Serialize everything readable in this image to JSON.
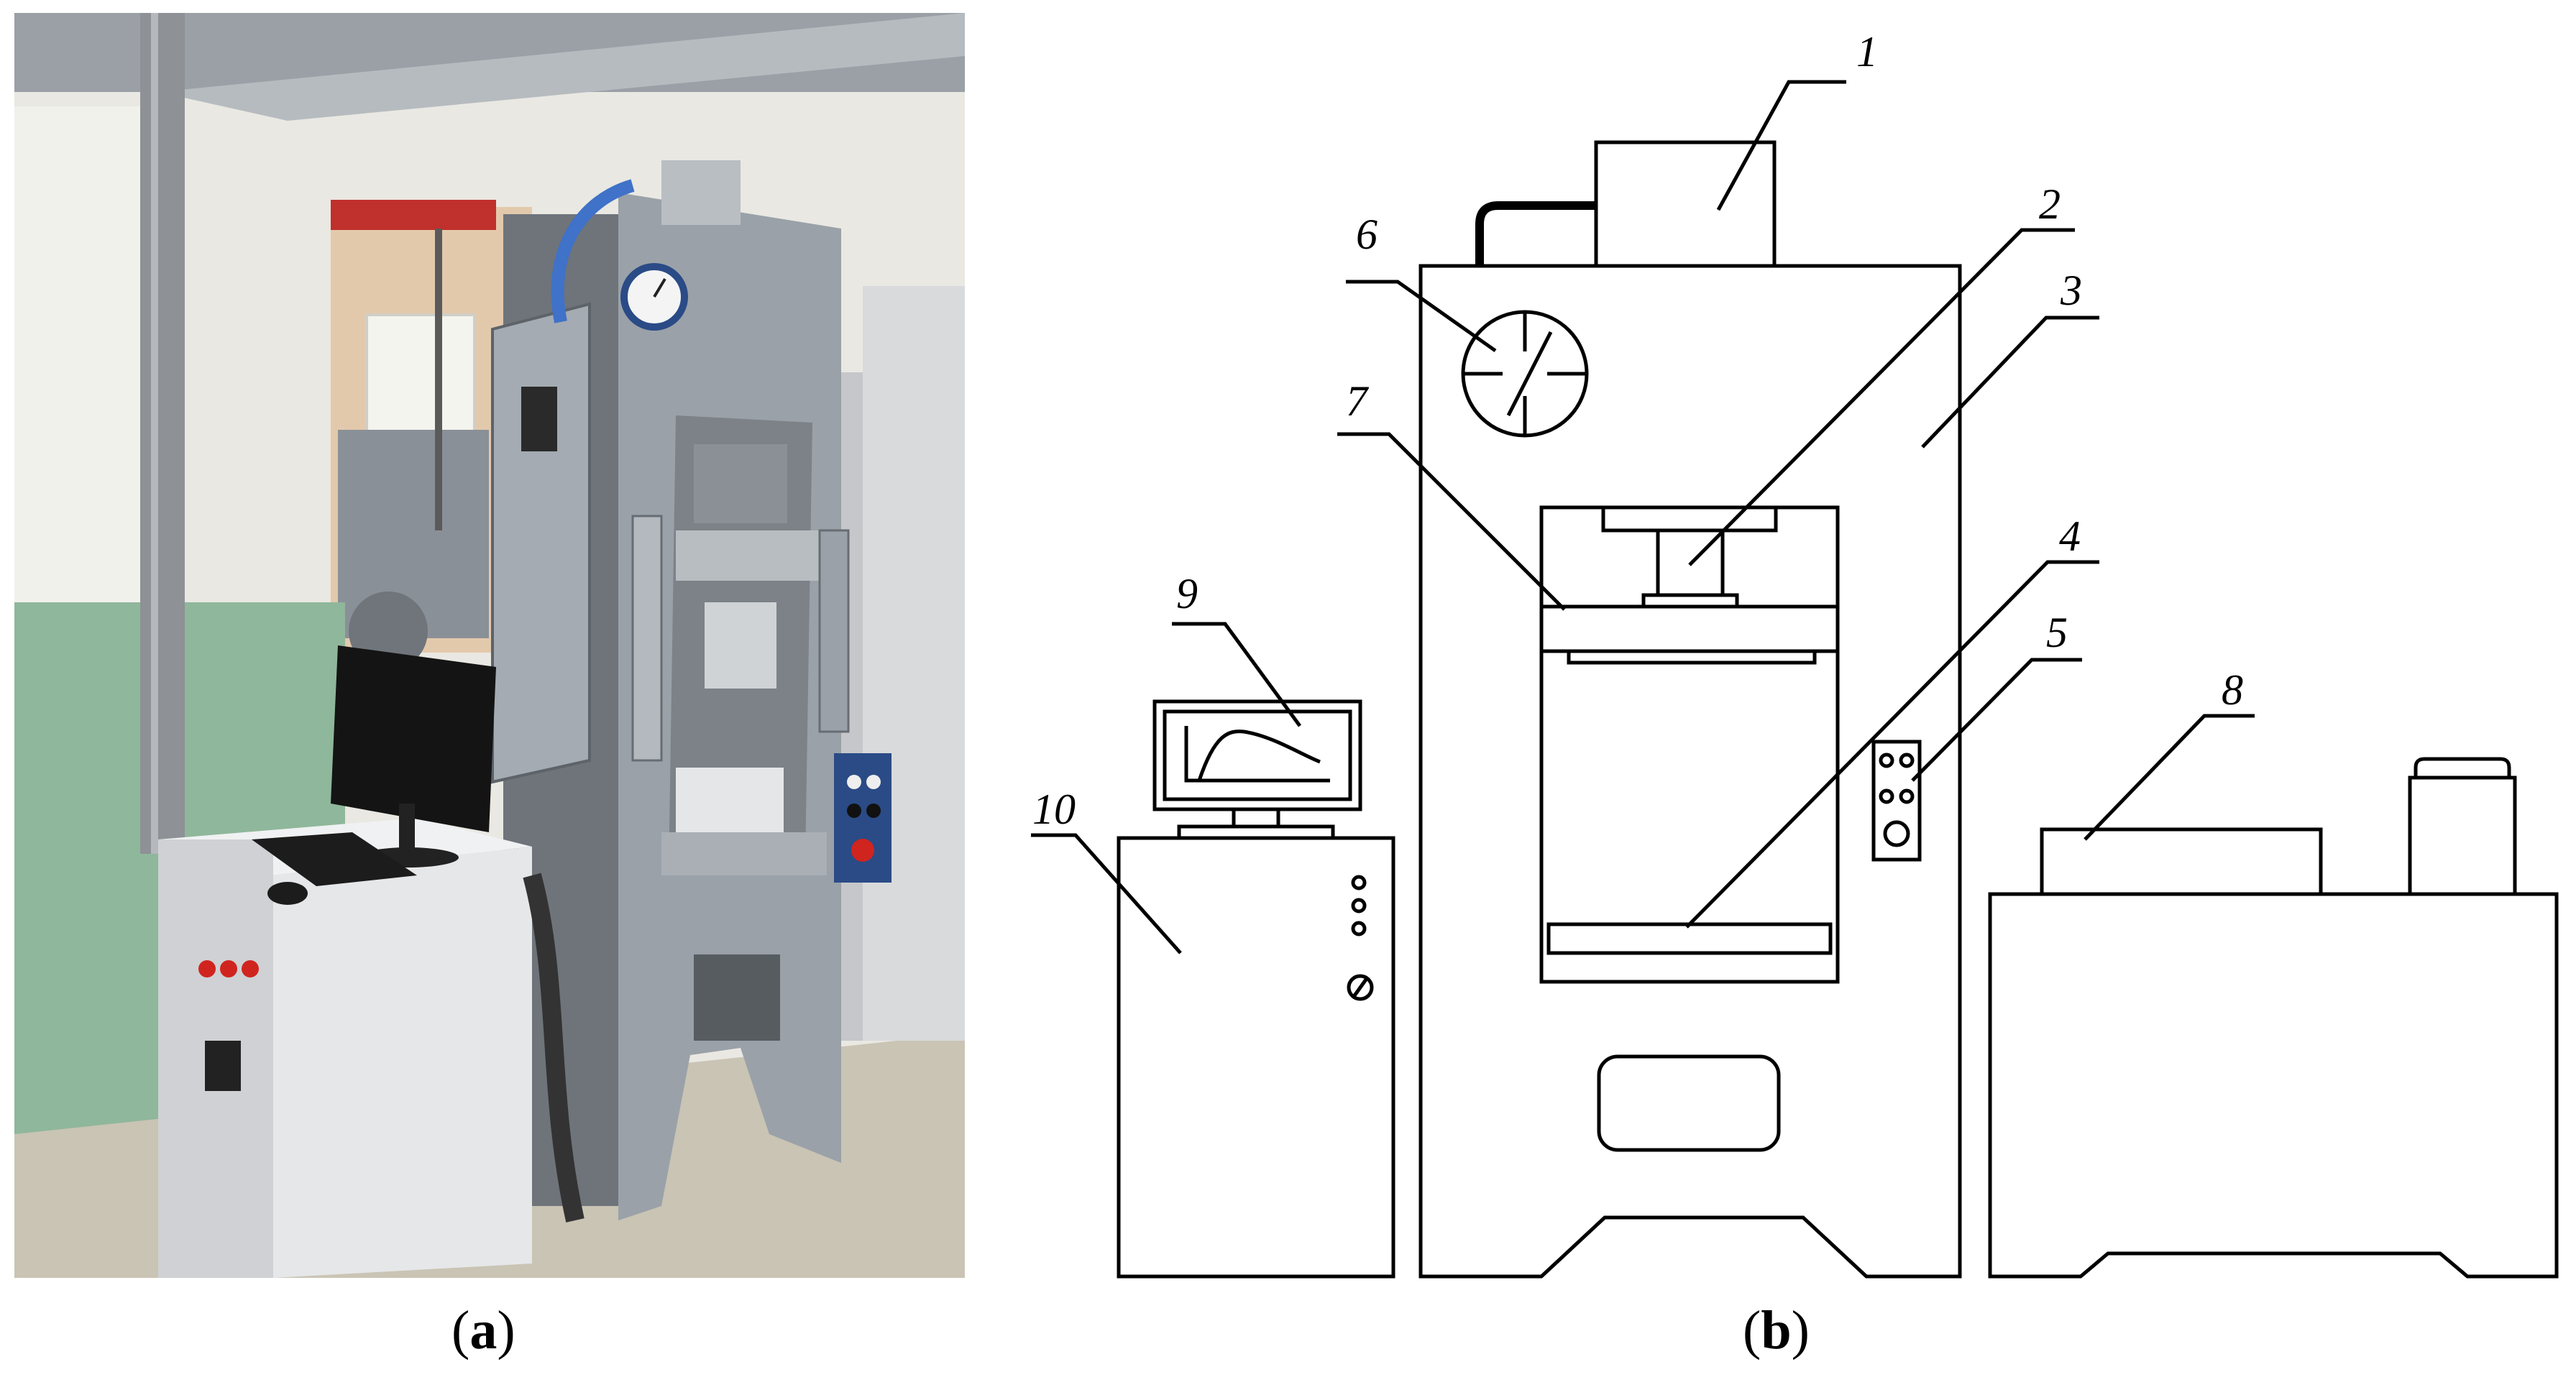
{
  "captions": {
    "a_letter": "a",
    "b_letter": "b"
  },
  "labels": {
    "n1": "1",
    "n2": "2",
    "n3": "3",
    "n4": "4",
    "n5": "5",
    "n6": "6",
    "n7": "7",
    "n8": "8",
    "n9": "9",
    "n10": "10"
  },
  "colors": {
    "press_paint": "#9aa1a8",
    "press_shadow": "#6e747a",
    "wall_green": "#8fb79b",
    "wall_white": "#e9e8e2",
    "floor": "#c9c4b4",
    "cabinet": "#e6e7e9",
    "pipe": "#8e9196",
    "crane_red": "#c0302c",
    "button_red": "#d0241f",
    "panel_blue": "#2a4b86",
    "hose_blue": "#3f72c8"
  }
}
